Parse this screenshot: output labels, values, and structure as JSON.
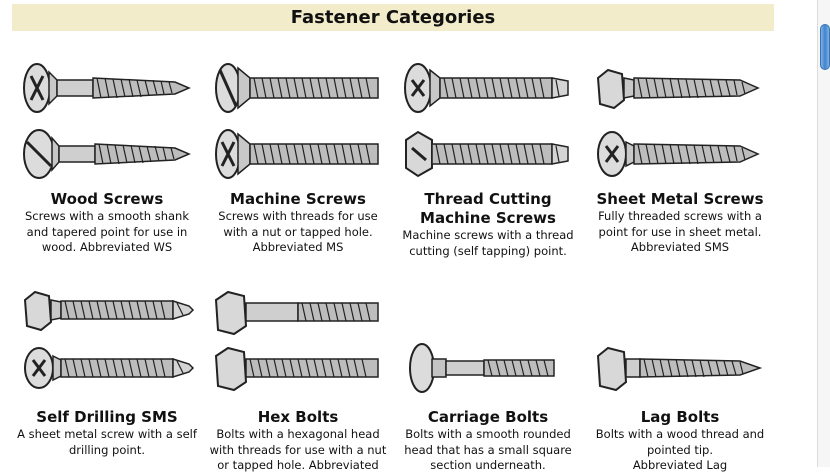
{
  "page": {
    "header": "Fastener Categories"
  },
  "categories": [
    {
      "title": "Wood Screws",
      "desc": [
        "Screws with a smooth shank",
        "and tapered point for use in",
        "wood.  Abbreviated WS"
      ],
      "icons": [
        "wood-screw-flat-phillips-icon",
        "wood-screw-round-slotted-icon"
      ]
    },
    {
      "title": "Machine Screws",
      "desc": [
        "Screws with threads for use",
        "with a nut or tapped hole.",
        "Abbreviated MS"
      ],
      "icons": [
        "machine-screw-flat-slotted-icon",
        "machine-screw-flat-phillips-icon"
      ]
    },
    {
      "title": "Thread Cutting\nMachine Screws",
      "desc": [
        "Machine screws with a thread",
        "cutting (self tapping) point."
      ],
      "icons": [
        "thread-cutting-pan-phillips-icon",
        "thread-cutting-hex-icon"
      ]
    },
    {
      "title": "Sheet Metal Screws",
      "desc": [
        "Fully threaded screws with a",
        "point for use in sheet metal.",
        "Abbreviated SMS"
      ],
      "icons": [
        "sheet-metal-hex-screw-icon",
        "sheet-metal-pan-phillips-icon"
      ]
    },
    {
      "title": "Self Drilling SMS",
      "desc": [
        "A sheet metal screw with a self",
        "drilling point."
      ],
      "icons": [
        "self-drilling-hex-screw-icon",
        "self-drilling-pan-phillips-icon"
      ]
    },
    {
      "title": "Hex Bolts",
      "desc": [
        "Bolts with a hexagonal head",
        "with threads for use with a nut",
        "or tapped hole.  Abbreviated"
      ],
      "icons": [
        "hex-bolt-partial-thread-icon",
        "hex-bolt-full-thread-icon"
      ]
    },
    {
      "title": "Carriage Bolts",
      "desc": [
        "Bolts with a smooth rounded",
        "head that has a small square",
        "section underneath."
      ],
      "icons": [
        "carriage-bolt-icon"
      ]
    },
    {
      "title": "Lag Bolts",
      "desc": [
        "Bolts with a wood thread and",
        "pointed tip.",
        "Abbreviated Lag"
      ],
      "icons": [
        "lag-bolt-icon"
      ]
    }
  ]
}
